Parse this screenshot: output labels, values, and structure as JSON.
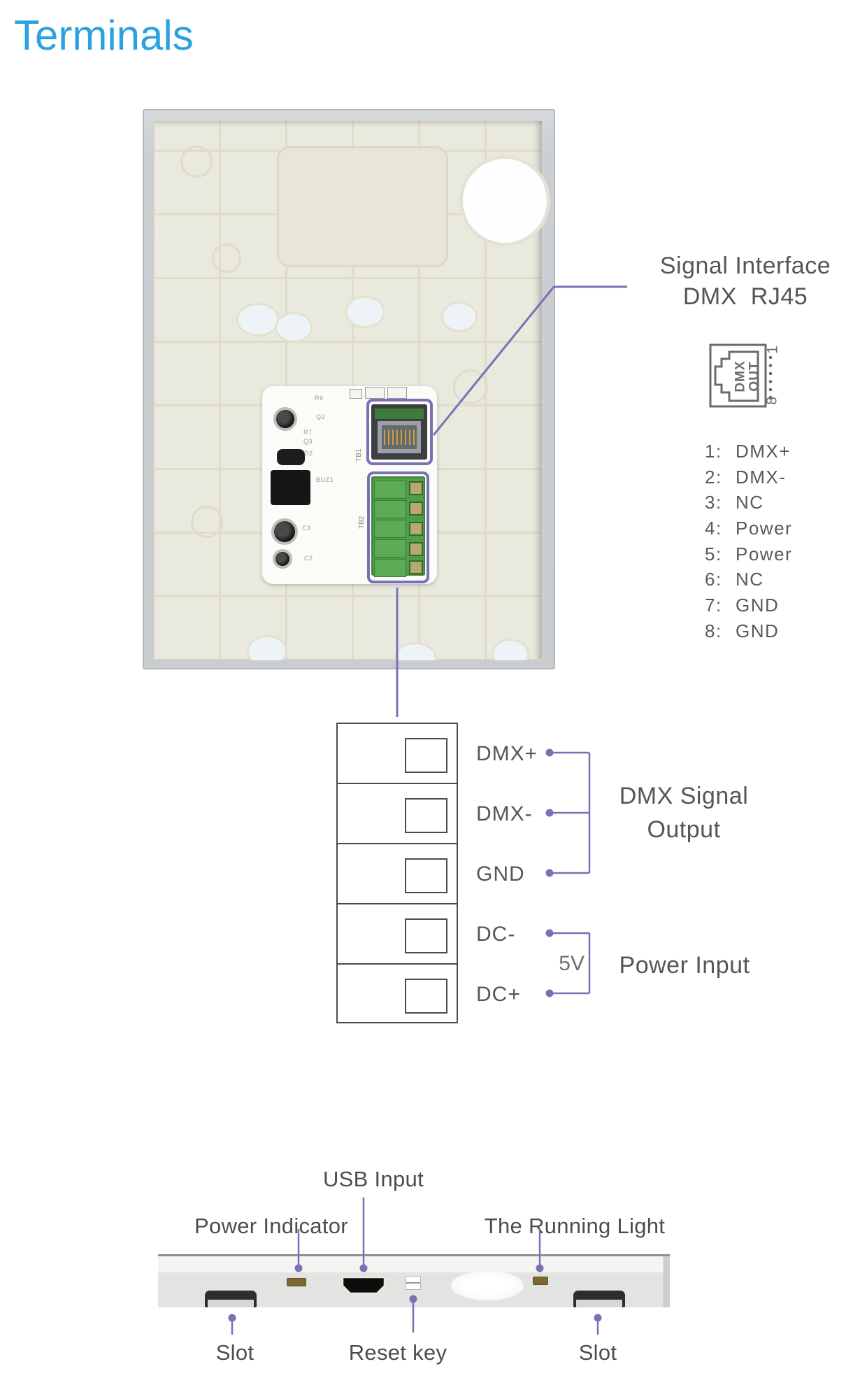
{
  "title": "Terminals",
  "colors": {
    "accent_blue": "#2ba1e2",
    "annotation_purple": "#7b70b6",
    "label_gray": "#55565a",
    "icon_gray": "#6a6b6d",
    "pcb_green": "#4f9c4a",
    "led_olive": "#7d6a33"
  },
  "signal_interface": {
    "line1": "Signal Interface",
    "line2": "DMX  RJ45"
  },
  "rj45_icon": {
    "line1": "DMX",
    "line2": "OUT",
    "first_pin": "1",
    "last_pin": "8"
  },
  "rj45_pins": [
    {
      "n": "1:",
      "t": "DMX+"
    },
    {
      "n": "2:",
      "t": "DMX-"
    },
    {
      "n": "3:",
      "t": "NC"
    },
    {
      "n": "4:",
      "t": "Power"
    },
    {
      "n": "5:",
      "t": "Power"
    },
    {
      "n": "6:",
      "t": "NC"
    },
    {
      "n": "7:",
      "t": "GND"
    },
    {
      "n": "8:",
      "t": "GND"
    }
  ],
  "terminal_block": {
    "rows": [
      "DMX+",
      "DMX-",
      "GND",
      "DC-",
      "DC+"
    ]
  },
  "groups": {
    "dmx_label_line1": "DMX Signal",
    "dmx_label_line2": "Output",
    "power_label": "Power Input",
    "voltage": "5V"
  },
  "photo": {
    "tb1": "TB1",
    "tb2": "TB2",
    "silkscreen": [
      "R6",
      "Q2",
      "R7",
      "Q3",
      "D2",
      "BUZ1",
      "C3",
      "C2"
    ]
  },
  "bottom": {
    "usb": "USB Input",
    "power_indicator": "Power Indicator",
    "running_light": "The Running Light",
    "slot_left": "Slot",
    "reset": "Reset key",
    "slot_right": "Slot"
  }
}
